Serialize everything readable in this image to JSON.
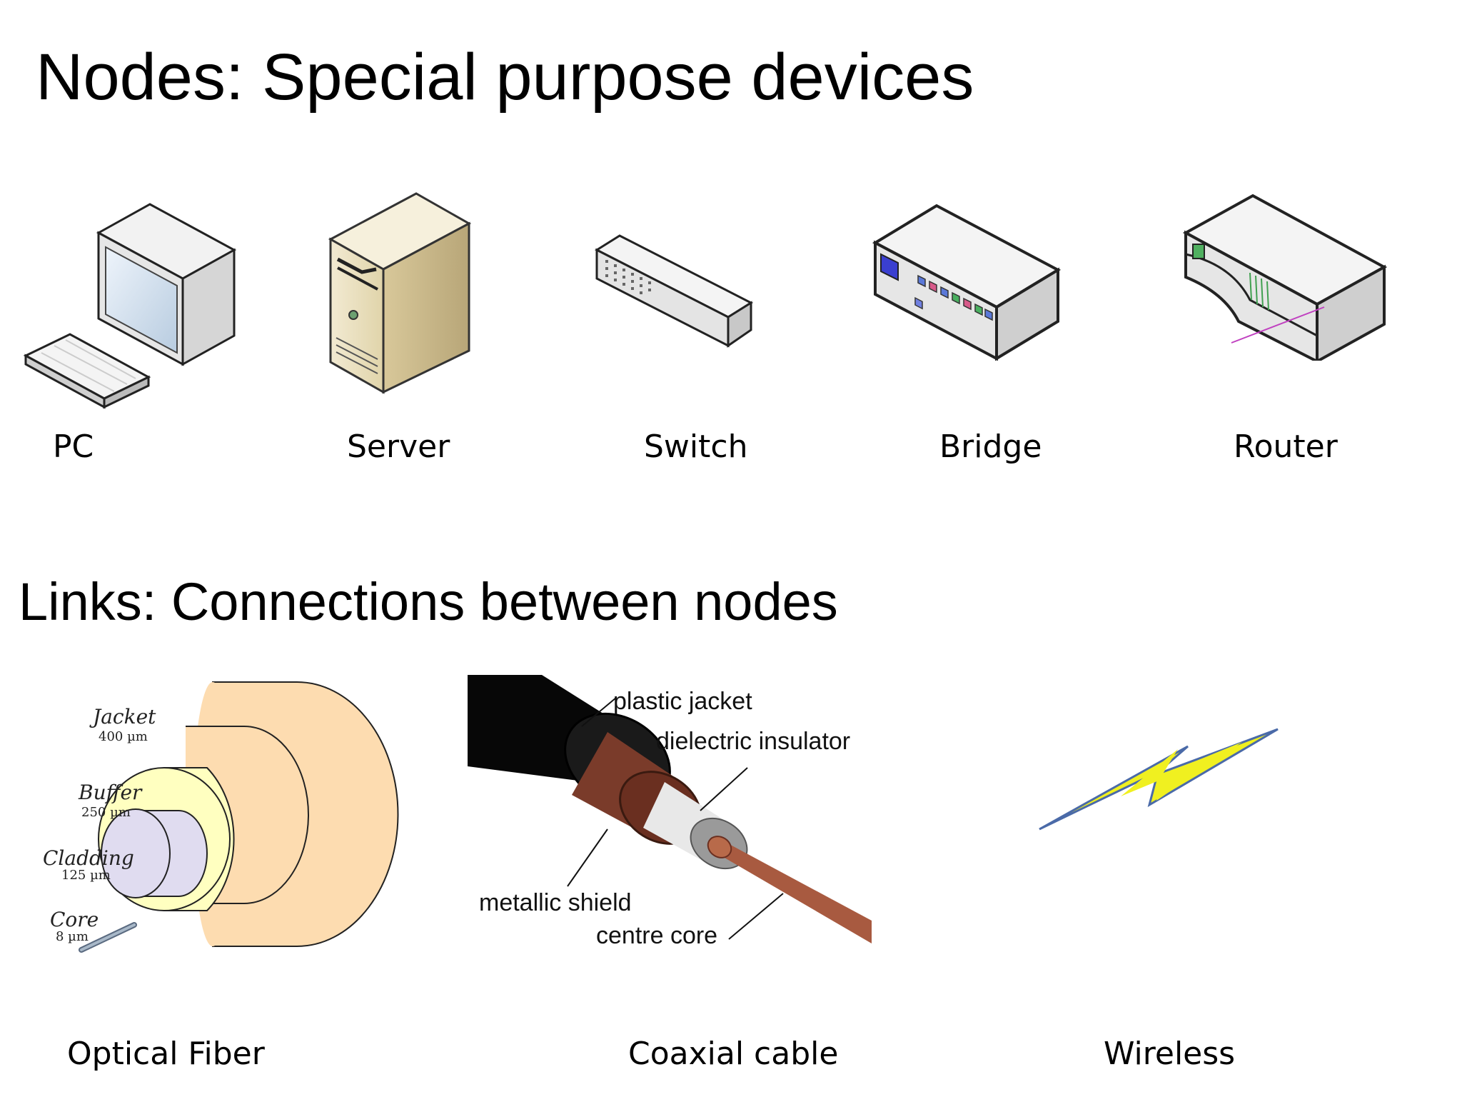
{
  "nodes_section": {
    "title": "Nodes: Special purpose devices",
    "devices": [
      {
        "label": "PC",
        "icon": "pc-icon"
      },
      {
        "label": "Server",
        "icon": "server-icon"
      },
      {
        "label": "Switch",
        "icon": "switch-icon"
      },
      {
        "label": "Bridge",
        "icon": "bridge-icon"
      },
      {
        "label": "Router",
        "icon": "router-icon"
      }
    ]
  },
  "links_section": {
    "title": "Links: Connections between nodes",
    "links": [
      {
        "label": "Optical Fiber",
        "icon": "optical-fiber-icon"
      },
      {
        "label": "Coaxial cable",
        "icon": "coaxial-cable-icon"
      },
      {
        "label": "Wireless",
        "icon": "lightning-bolt-icon"
      }
    ],
    "fiber_layers": [
      {
        "name": "Jacket",
        "size": "400 µm"
      },
      {
        "name": "Buffer",
        "size": "250 µm"
      },
      {
        "name": "Cladding",
        "size": "125 µm"
      },
      {
        "name": "Core",
        "size": "8 µm"
      }
    ],
    "coax_parts": [
      "plastic jacket",
      "dielectric insulator",
      "metallic shield",
      "centre core"
    ]
  },
  "colors": {
    "fiber_jacket": "#fddcb0",
    "fiber_buffer": "#ffffc0",
    "fiber_cladding": "#e0dcf0",
    "coax_shield": "#7a3b2a",
    "coax_insulator": "#e8e8e8",
    "coax_core": "#a85a40",
    "wireless_bolt": "#f0f020"
  }
}
